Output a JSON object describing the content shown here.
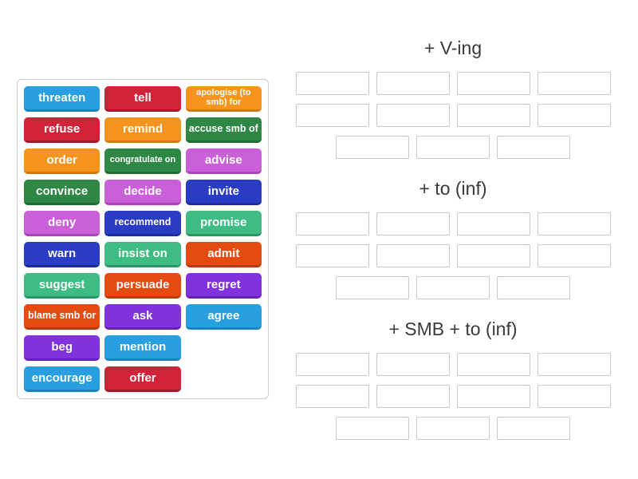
{
  "colors": {
    "page_background": "#ffffff",
    "panel_border": "#cccccc",
    "slot_border": "#c9c9c9",
    "heading_text": "#3a3a3a",
    "tile_text": "#ffffff",
    "palette": {
      "light_blue": {
        "bg": "#279fe0",
        "edge": "#1b82bd"
      },
      "crimson": {
        "bg": "#d0233a",
        "edge": "#a9172b"
      },
      "orange": {
        "bg": "#f7941e",
        "edge": "#d2790e"
      },
      "green": {
        "bg": "#2e8745",
        "edge": "#1f6b33"
      },
      "orchid": {
        "bg": "#ca60d8",
        "edge": "#a843b8"
      },
      "royal_blue": {
        "bg": "#2b3cc4",
        "edge": "#1d2b9c"
      },
      "emerald": {
        "bg": "#3ebc83",
        "edge": "#2a9866"
      },
      "orange_red": {
        "bg": "#e44b10",
        "edge": "#bb3a09"
      },
      "purple": {
        "bg": "#8032dd",
        "edge": "#6522b5"
      }
    }
  },
  "word_bank": {
    "tiles": [
      {
        "label": "threaten",
        "color": "light_blue"
      },
      {
        "label": "tell",
        "color": "crimson"
      },
      {
        "label": "apologise (to smb) for",
        "color": "orange",
        "size": "xs"
      },
      {
        "label": "refuse",
        "color": "crimson"
      },
      {
        "label": "remind",
        "color": "orange"
      },
      {
        "label": "accuse smb of",
        "color": "green",
        "size": "sm"
      },
      {
        "label": "order",
        "color": "orange"
      },
      {
        "label": "congratulate on",
        "color": "green",
        "size": "xs"
      },
      {
        "label": "advise",
        "color": "orchid"
      },
      {
        "label": "convince",
        "color": "green"
      },
      {
        "label": "decide",
        "color": "orchid"
      },
      {
        "label": "invite",
        "color": "royal_blue"
      },
      {
        "label": "deny",
        "color": "orchid"
      },
      {
        "label": "recommend",
        "color": "royal_blue",
        "size": "sm"
      },
      {
        "label": "promise",
        "color": "emerald"
      },
      {
        "label": "warn",
        "color": "royal_blue"
      },
      {
        "label": "insist on",
        "color": "emerald"
      },
      {
        "label": "admit",
        "color": "orange_red"
      },
      {
        "label": "suggest",
        "color": "emerald"
      },
      {
        "label": "persuade",
        "color": "orange_red"
      },
      {
        "label": "regret",
        "color": "purple"
      },
      {
        "label": "blame smb for",
        "color": "orange_red",
        "size": "sm"
      },
      {
        "label": "ask",
        "color": "purple"
      },
      {
        "label": "agree",
        "color": "light_blue"
      },
      {
        "label": "beg",
        "color": "purple"
      },
      {
        "label": "mention",
        "color": "light_blue"
      },
      {
        "spacer": true
      },
      {
        "label": "encourage",
        "color": "light_blue"
      },
      {
        "label": "offer",
        "color": "crimson"
      }
    ]
  },
  "groups": [
    {
      "title": "+ V-ing",
      "slot_rows": [
        4,
        4,
        3
      ]
    },
    {
      "title": "+ to (inf)",
      "slot_rows": [
        4,
        4,
        3
      ]
    },
    {
      "title": "+ SMB + to (inf)",
      "slot_rows": [
        4,
        4,
        3
      ]
    }
  ]
}
